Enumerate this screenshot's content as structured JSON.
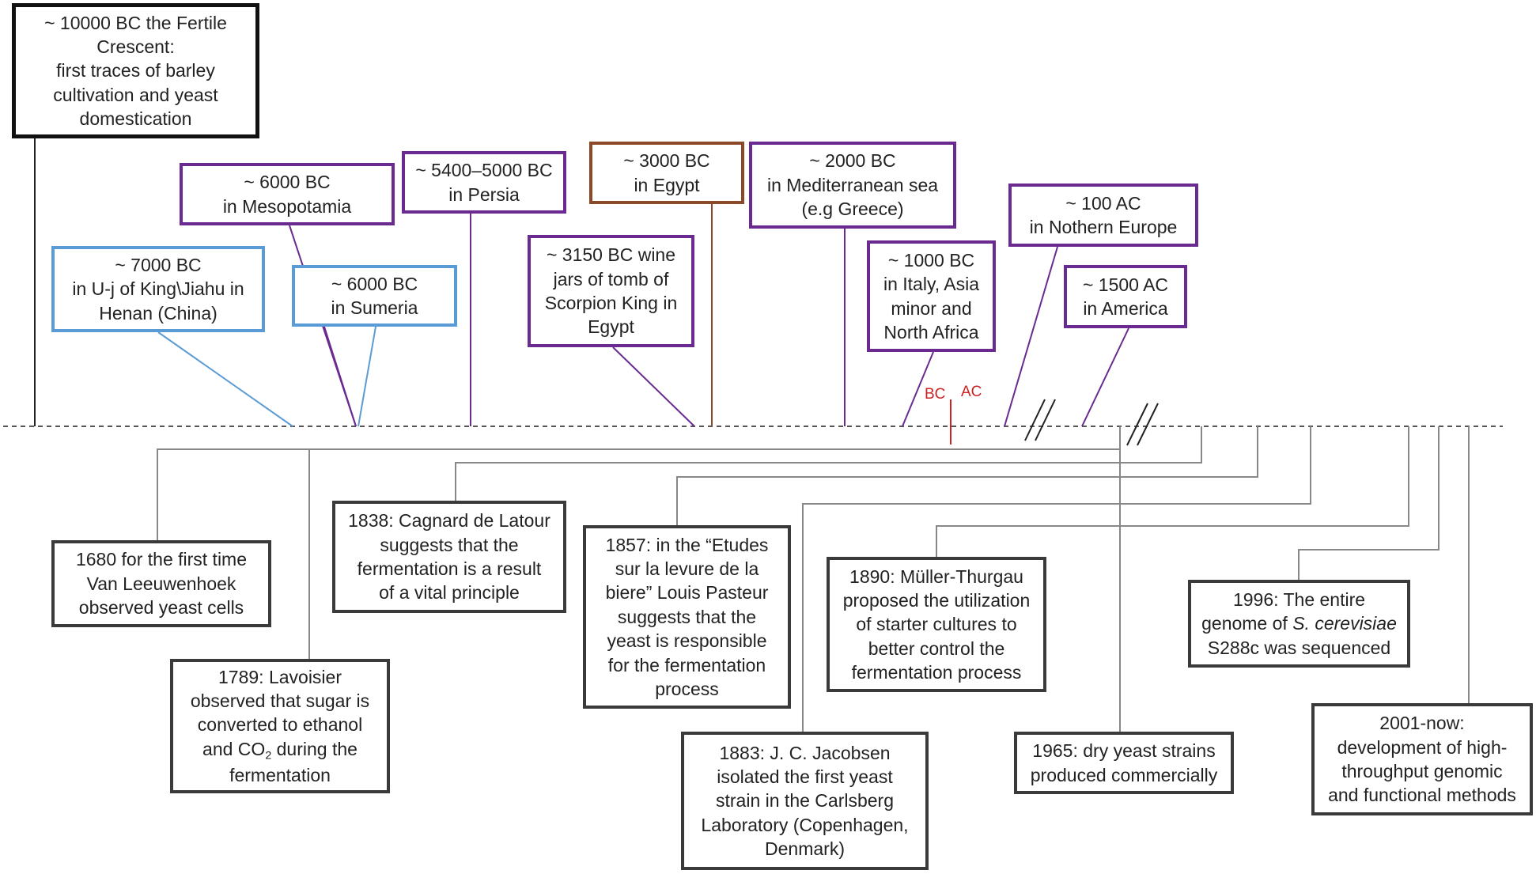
{
  "colors": {
    "purple": "#6a2a8f",
    "blue": "#5b9bd5",
    "brown": "#8a4a2a",
    "black": "#111111",
    "dark_gray": "#3a3a3a",
    "era_red": "#cc2222"
  },
  "timeline": {
    "bc_label": "BC",
    "ac_label": "AC"
  },
  "bc_events": {
    "e10000": [
      "~ 10000 BC the Fertile",
      "Crescent:",
      "first traces of barley",
      "cultivation and yeast",
      "domestication"
    ],
    "e7000": [
      "~ 7000 BC",
      "in U-j of King\\Jiahu in",
      "Henan (China)"
    ],
    "e6000_meso": [
      "~ 6000 BC",
      "in Mesopotamia"
    ],
    "e6000_sumeria": [
      "~ 6000 BC",
      "in Sumeria"
    ],
    "e5400": [
      "~ 5400–5000 BC",
      "in Persia"
    ],
    "e3150": [
      "~ 3150 BC wine",
      "jars of tomb of",
      "Scorpion King in",
      "Egypt"
    ],
    "e3000": [
      "~ 3000 BC",
      "in Egypt"
    ],
    "e2000": [
      "~ 2000 BC",
      "in Mediterranean sea",
      "(e.g Greece)"
    ],
    "e1000": [
      "~ 1000 BC",
      "in Italy, Asia",
      "minor and",
      "North Africa"
    ],
    "e100ac": [
      "~ 100 AC",
      "in Nothern Europe"
    ],
    "e1500ac": [
      "~ 1500 AC",
      "in America"
    ]
  },
  "modern_events": {
    "e1680": [
      "1680 for the first time",
      "Van Leeuwenhoek",
      "observed yeast cells"
    ],
    "e1789": {
      "lines": [
        "1789: Lavoisier",
        "observed that sugar is",
        "converted to ethanol"
      ],
      "co2_pre": "and CO",
      "co2_sub": "2",
      "co2_post": " during the",
      "last": "fermentation"
    },
    "e1838": [
      "1838: Cagnard de Latour",
      "suggests that the",
      "fermentation is a result",
      "of a vital principle"
    ],
    "e1857": [
      "1857: in the “Etudes",
      "sur la levure de la",
      "biere” Louis Pasteur",
      "suggests that the",
      "yeast is responsible",
      "for the fermentation",
      "process"
    ],
    "e1883": [
      "1883: J. C. Jacobsen",
      "isolated the first yeast",
      "strain in the Carlsberg",
      "Laboratory (Copenhagen,",
      "Denmark)"
    ],
    "e1890": [
      "1890: Müller-Thurgau",
      "proposed the utilization",
      "of starter cultures to",
      "better control the",
      "fermentation process"
    ],
    "e1965": [
      "1965: dry yeast strains",
      "produced commercially"
    ],
    "e1996": {
      "line1": "1996: The entire",
      "genome_pre": "genome of ",
      "species": "S. cerevisiae",
      "line3": "S288c was sequenced"
    },
    "e2001": [
      "2001-now:",
      "development of high-",
      "throughput genomic",
      "and functional methods"
    ]
  }
}
